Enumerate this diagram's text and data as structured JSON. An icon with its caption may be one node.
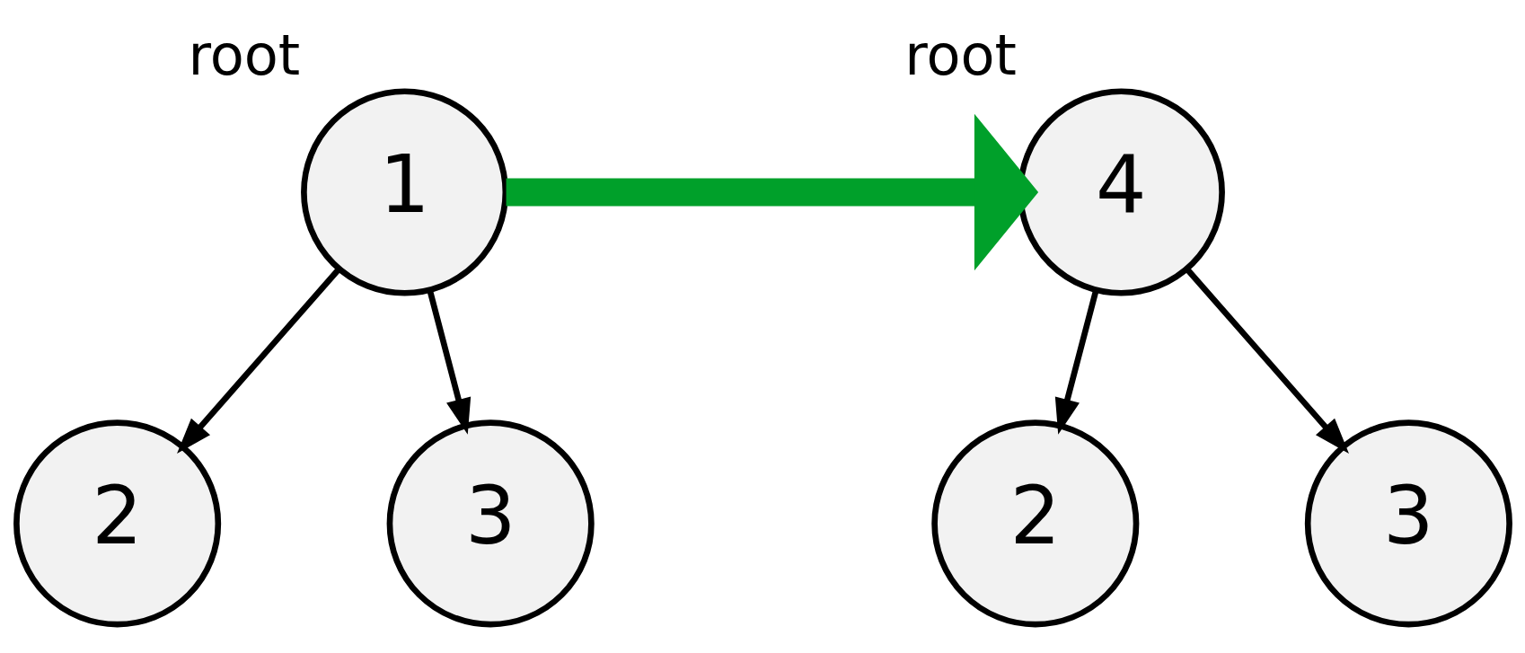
{
  "diagram": {
    "nodes": [
      {
        "text": [
          "1"
        ],
        "beside": [
          "root"
        ]
      },
      {
        "text": [
          "2"
        ]
      },
      {
        "text": [
          "3"
        ]
      },
      {
        "text": [
          "4"
        ],
        "beside": [
          "root"
        ]
      },
      {
        "text": [
          "2"
        ]
      },
      {
        "text": [
          "3"
        ]
      }
    ],
    "edges": [
      {
        "from": 0,
        "to": 1,
        "arrow": "to"
      },
      {
        "from": 0,
        "to": 2,
        "arrow": "to"
      },
      {
        "from": 0,
        "to": 3,
        "arrow": "to",
        "style": "thick",
        "color": "#00a02a"
      },
      {
        "from": 3,
        "to": 4,
        "arrow": "to"
      },
      {
        "from": 3,
        "to": 5,
        "arrow": "to"
      }
    ]
  }
}
